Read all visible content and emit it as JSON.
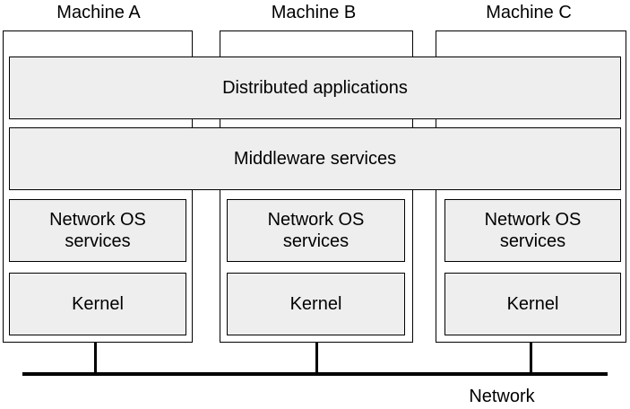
{
  "machines": [
    {
      "name": "Machine A",
      "network_os_line1": "Network OS",
      "network_os_line2": "services",
      "kernel": "Kernel"
    },
    {
      "name": "Machine B",
      "network_os_line1": "Network OS",
      "network_os_line2": "services",
      "kernel": "Kernel"
    },
    {
      "name": "Machine C",
      "network_os_line1": "Network OS",
      "network_os_line2": "services",
      "kernel": "Kernel"
    }
  ],
  "layers": {
    "distributed_applications": "Distributed applications",
    "middleware_services": "Middleware services"
  },
  "network": {
    "label": "Network"
  }
}
